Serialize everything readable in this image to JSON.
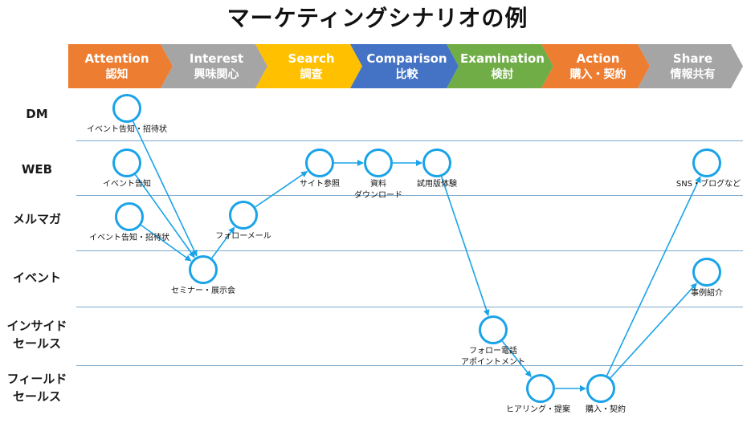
{
  "title": "マーケティングシナリオの例",
  "stages": [
    {
      "en": "Attention",
      "ja": "認知",
      "color": "#ed7d31"
    },
    {
      "en": "Interest",
      "ja": "興味関心",
      "color": "#a5a5a5"
    },
    {
      "en": "Search",
      "ja": "調査",
      "color": "#ffc000"
    },
    {
      "en": "Comparison",
      "ja": "比較",
      "color": "#4472c4"
    },
    {
      "en": "Examination",
      "ja": "検討",
      "color": "#70ad47"
    },
    {
      "en": "Action",
      "ja": "購入・契約",
      "color": "#ed7d31"
    },
    {
      "en": "Share",
      "ja": "情報共有",
      "color": "#a5a5a5"
    }
  ],
  "rows": [
    {
      "label": [
        "DM"
      ]
    },
    {
      "label": [
        "WEB"
      ]
    },
    {
      "label": [
        "メルマガ"
      ]
    },
    {
      "label": [
        "イベント"
      ]
    },
    {
      "label": [
        "インサイド",
        "セールス"
      ]
    },
    {
      "label": [
        "フィールド",
        "セールス"
      ]
    }
  ],
  "nodes": [
    {
      "id": "dm-invite",
      "row": 0,
      "stage": 0,
      "label": [
        "イベント告知・招待状"
      ]
    },
    {
      "id": "web-notice",
      "row": 1,
      "stage": 0,
      "label": [
        "イベント告知"
      ]
    },
    {
      "id": "mail-invite",
      "row": 2,
      "stage": 0,
      "label": [
        "イベント告知・招待状"
      ]
    },
    {
      "id": "seminar",
      "row": 3,
      "stage": 1,
      "label": [
        "セミナー・展示会"
      ]
    },
    {
      "id": "follow-mail",
      "row": 2,
      "stage": 1,
      "label": [
        "フォローメール"
      ]
    },
    {
      "id": "site-visit",
      "row": 1,
      "stage": 2,
      "label": [
        "サイト参照"
      ]
    },
    {
      "id": "download",
      "row": 1,
      "stage": 3,
      "label": [
        "資料",
        "ダウンロード"
      ]
    },
    {
      "id": "trial",
      "row": 1,
      "stage": 4,
      "label": [
        "試用版体験"
      ]
    },
    {
      "id": "follow-call",
      "row": 4,
      "stage": 4,
      "label": [
        "フォロー電話",
        "アポイントメント"
      ]
    },
    {
      "id": "hearing",
      "row": 5,
      "stage": 5,
      "label": [
        "ヒアリング・提案"
      ]
    },
    {
      "id": "purchase",
      "row": 5,
      "stage": 6,
      "label": [
        "購入・契約"
      ]
    },
    {
      "id": "sns",
      "row": 1,
      "stage": 7,
      "label": [
        "SNS・ブログなど"
      ]
    },
    {
      "id": "case-intro",
      "row": 3,
      "stage": 7,
      "label": [
        "事例紹介"
      ]
    }
  ],
  "edges": [
    {
      "from": "dm-invite",
      "to": "seminar"
    },
    {
      "from": "web-notice",
      "to": "seminar"
    },
    {
      "from": "mail-invite",
      "to": "seminar"
    },
    {
      "from": "seminar",
      "to": "follow-mail"
    },
    {
      "from": "follow-mail",
      "to": "site-visit"
    },
    {
      "from": "site-visit",
      "to": "download"
    },
    {
      "from": "download",
      "to": "trial"
    },
    {
      "from": "trial",
      "to": "follow-call"
    },
    {
      "from": "follow-call",
      "to": "hearing"
    },
    {
      "from": "hearing",
      "to": "purchase"
    },
    {
      "from": "purchase",
      "to": "sns"
    },
    {
      "from": "purchase",
      "to": "case-intro"
    }
  ],
  "colors": {
    "node": "#1aa3e8",
    "line": "#7fa9c9"
  }
}
